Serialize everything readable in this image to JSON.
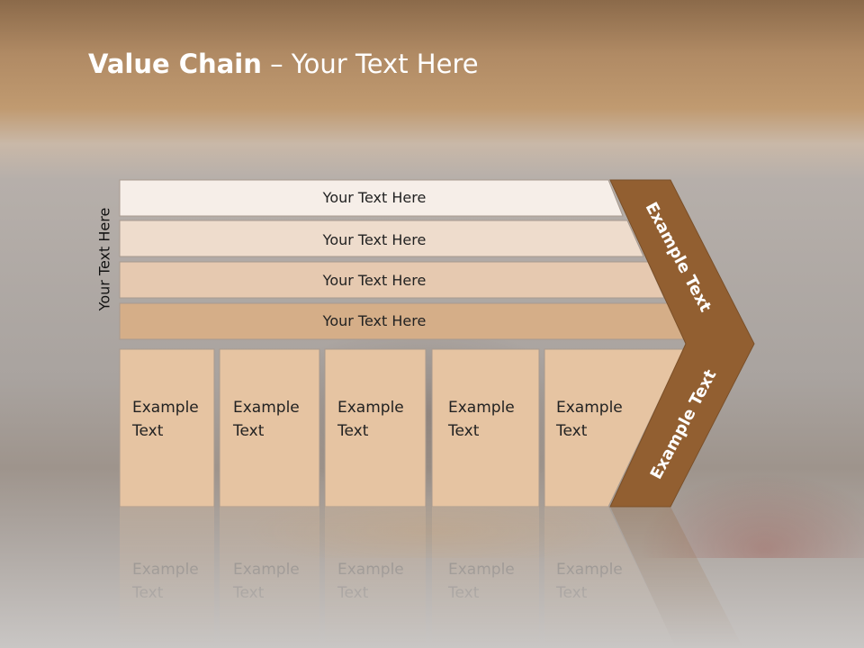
{
  "title": {
    "bold": "Value Chain",
    "rest": " – Your Text Here"
  },
  "side_label": "Your Text Here",
  "bands": [
    {
      "label": "Your Text Here",
      "color": "#f6eee8"
    },
    {
      "label": "Your Text Here",
      "color": "#eedccc"
    },
    {
      "label": "Your Text Here",
      "color": "#e6c9b0"
    },
    {
      "label": "Your Text Here",
      "color": "#d5ae88"
    }
  ],
  "boxes": [
    {
      "line1": "Example",
      "line2": "Text"
    },
    {
      "line1": "Example",
      "line2": "Text"
    },
    {
      "line1": "Example",
      "line2": "Text"
    },
    {
      "line1": "Example",
      "line2": "Text"
    },
    {
      "line1": "Example",
      "line2": "Text"
    }
  ],
  "box_color": "#e6c4a2",
  "chevron": {
    "upper_label": "Example Text",
    "lower_label": "Example Text",
    "color": "#925f31"
  }
}
